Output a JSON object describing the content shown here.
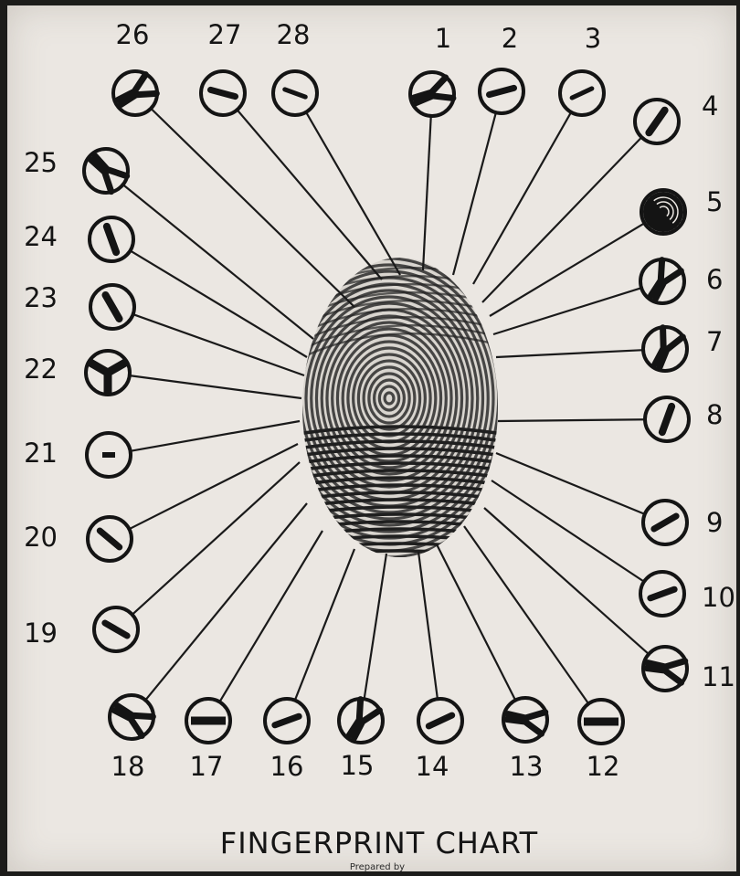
{
  "title": "FINGERPRINT CHART",
  "subtitle": "Prepared by",
  "markers": [
    {
      "label": "1",
      "pattern": "split"
    },
    {
      "label": "2",
      "pattern": "bar"
    },
    {
      "label": "3",
      "pattern": "bar-thin"
    },
    {
      "label": "4",
      "pattern": "bar-steep"
    },
    {
      "label": "5",
      "pattern": "whorl"
    },
    {
      "label": "6",
      "pattern": "split"
    },
    {
      "label": "7",
      "pattern": "split"
    },
    {
      "label": "8",
      "pattern": "bar-steep"
    },
    {
      "label": "9",
      "pattern": "bar"
    },
    {
      "label": "10",
      "pattern": "bar"
    },
    {
      "label": "11",
      "pattern": "split"
    },
    {
      "label": "12",
      "pattern": "bar-wide"
    },
    {
      "label": "13",
      "pattern": "split"
    },
    {
      "label": "14",
      "pattern": "bar"
    },
    {
      "label": "15",
      "pattern": "split"
    },
    {
      "label": "16",
      "pattern": "bar"
    },
    {
      "label": "17",
      "pattern": "bar-wide"
    },
    {
      "label": "18",
      "pattern": "split"
    },
    {
      "label": "19",
      "pattern": "bar"
    },
    {
      "label": "20",
      "pattern": "bar"
    },
    {
      "label": "21",
      "pattern": "dash"
    },
    {
      "label": "22",
      "pattern": "triradius"
    },
    {
      "label": "23",
      "pattern": "bar-steep"
    },
    {
      "label": "24",
      "pattern": "bar-steep"
    },
    {
      "label": "25",
      "pattern": "split"
    },
    {
      "label": "26",
      "pattern": "split"
    },
    {
      "label": "27",
      "pattern": "bar"
    },
    {
      "label": "28",
      "pattern": "bar-thin"
    }
  ],
  "colors": {
    "ink": "#141414",
    "paper": "#ebe7e2"
  }
}
